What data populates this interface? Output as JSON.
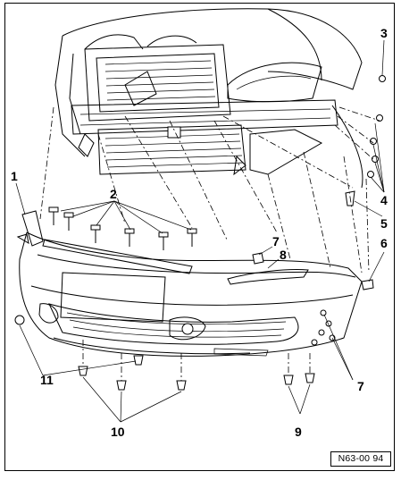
{
  "diagram": {
    "callouts": [
      {
        "id": "1",
        "text": "1"
      },
      {
        "id": "2",
        "text": "2"
      },
      {
        "id": "3",
        "text": "3"
      },
      {
        "id": "4",
        "text": "4"
      },
      {
        "id": "5",
        "text": "5"
      },
      {
        "id": "6",
        "text": "6"
      },
      {
        "id": "7a",
        "text": "7"
      },
      {
        "id": "8",
        "text": "8"
      },
      {
        "id": "7b",
        "text": "7"
      },
      {
        "id": "9",
        "text": "9"
      },
      {
        "id": "10",
        "text": "10"
      },
      {
        "id": "11",
        "text": "11"
      }
    ],
    "reference_code": "N63-00 94"
  }
}
